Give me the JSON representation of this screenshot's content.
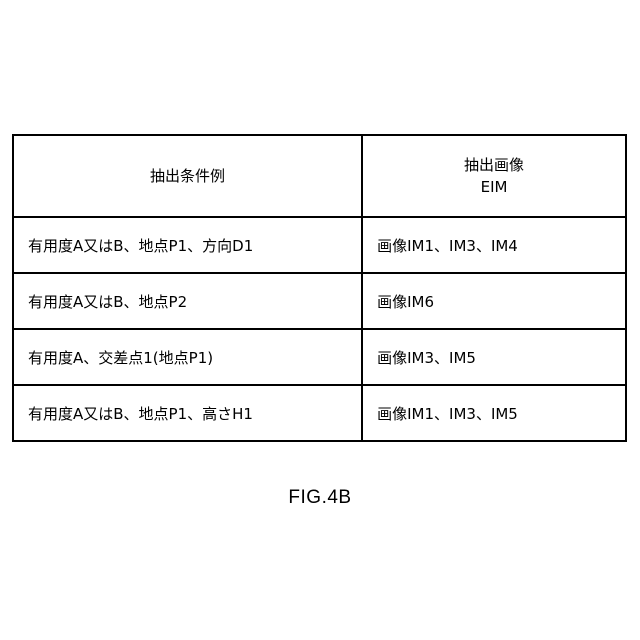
{
  "table": {
    "headers": {
      "condition": "抽出条件例",
      "image_line1": "抽出画像",
      "image_line2": "EIM"
    },
    "rows": [
      {
        "condition": "有用度A又はB、地点P1、方向D1",
        "images": "画像IM1、IM3、IM4"
      },
      {
        "condition": "有用度A又はB、地点P2",
        "images": "画像IM6"
      },
      {
        "condition": "有用度A、交差点1(地点P1)",
        "images": "画像IM3、IM5"
      },
      {
        "condition": "有用度A又はB、地点P1、高さH1",
        "images": "画像IM1、IM3、IM5"
      }
    ]
  },
  "caption": "FIG.4B"
}
